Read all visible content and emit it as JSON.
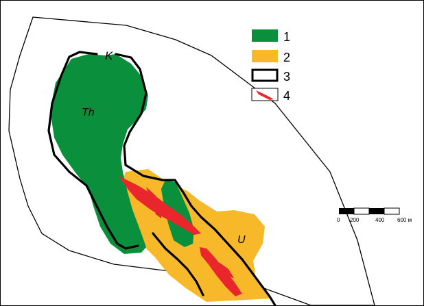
{
  "map": {
    "labels": {
      "k": "K",
      "th": "Th",
      "u": "U"
    },
    "colors": {
      "green": "#0a8f3c",
      "yellow": "#f7b829",
      "red": "#e8262b",
      "outline": "#000000"
    },
    "legend": [
      {
        "num": "1",
        "swatch": "green-fill",
        "color": "#0a8f3c"
      },
      {
        "num": "2",
        "swatch": "yellow-fill",
        "color": "#f7b829"
      },
      {
        "num": "3",
        "swatch": "black-outline",
        "color": "#000000"
      },
      {
        "num": "4",
        "swatch": "red-lens",
        "color": "#e8262b"
      }
    ],
    "scalebar": {
      "ticks": [
        "0",
        "200",
        "400",
        "600 м"
      ]
    }
  }
}
